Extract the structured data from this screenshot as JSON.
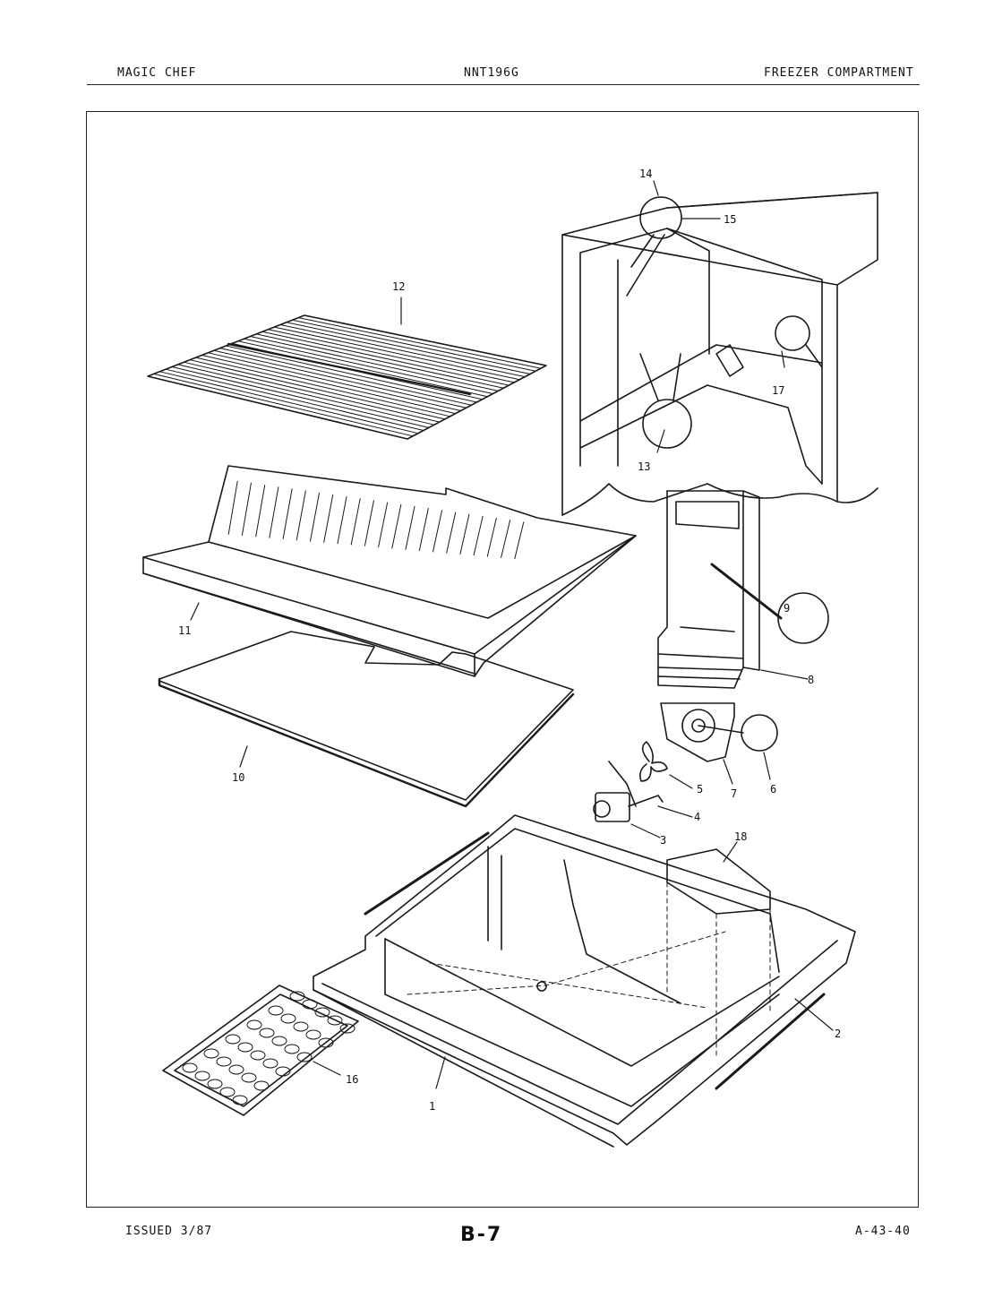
{
  "header": {
    "brand": "MAGIC CHEF",
    "model": "NNT196G",
    "section": "FREEZER COMPARTMENT"
  },
  "footer": {
    "issued": "ISSUED 3/87",
    "page": "B-7",
    "ref": "A-43-40"
  },
  "callouts": [
    "1",
    "2",
    "3",
    "4",
    "5",
    "6",
    "7",
    "8",
    "9",
    "10",
    "11",
    "12",
    "13",
    "14",
    "15",
    "16",
    "17",
    "18"
  ]
}
